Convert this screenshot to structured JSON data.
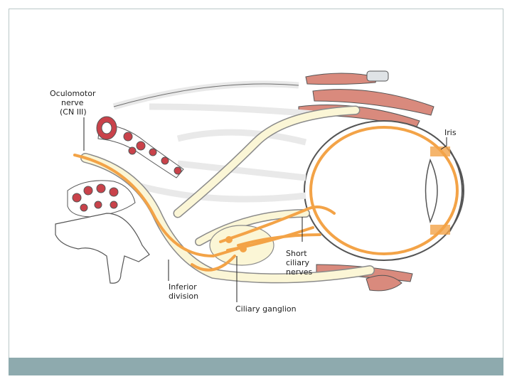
{
  "labels": {
    "oculomotor_line1": "Oculomotor",
    "oculomotor_line2": "nerve",
    "oculomotor_line3": "(CN III)",
    "iris": "Iris",
    "short_ciliary_line1": "Short",
    "short_ciliary_line2": "ciliary",
    "short_ciliary_line3": "nerves",
    "inferior_line1": "Inferior",
    "inferior_line2": "division",
    "ciliary_ganglion": "Ciliary ganglion"
  },
  "colors": {
    "slide_border": "#b9c7c7",
    "footer_bar": "#8eaaae",
    "nerve_fill": "#fbf6d6",
    "parasympathetic_orange": "#f3a347",
    "artery_red": "#c9424a",
    "muscle_pink": "#d98a7d",
    "outline": "#555555"
  }
}
